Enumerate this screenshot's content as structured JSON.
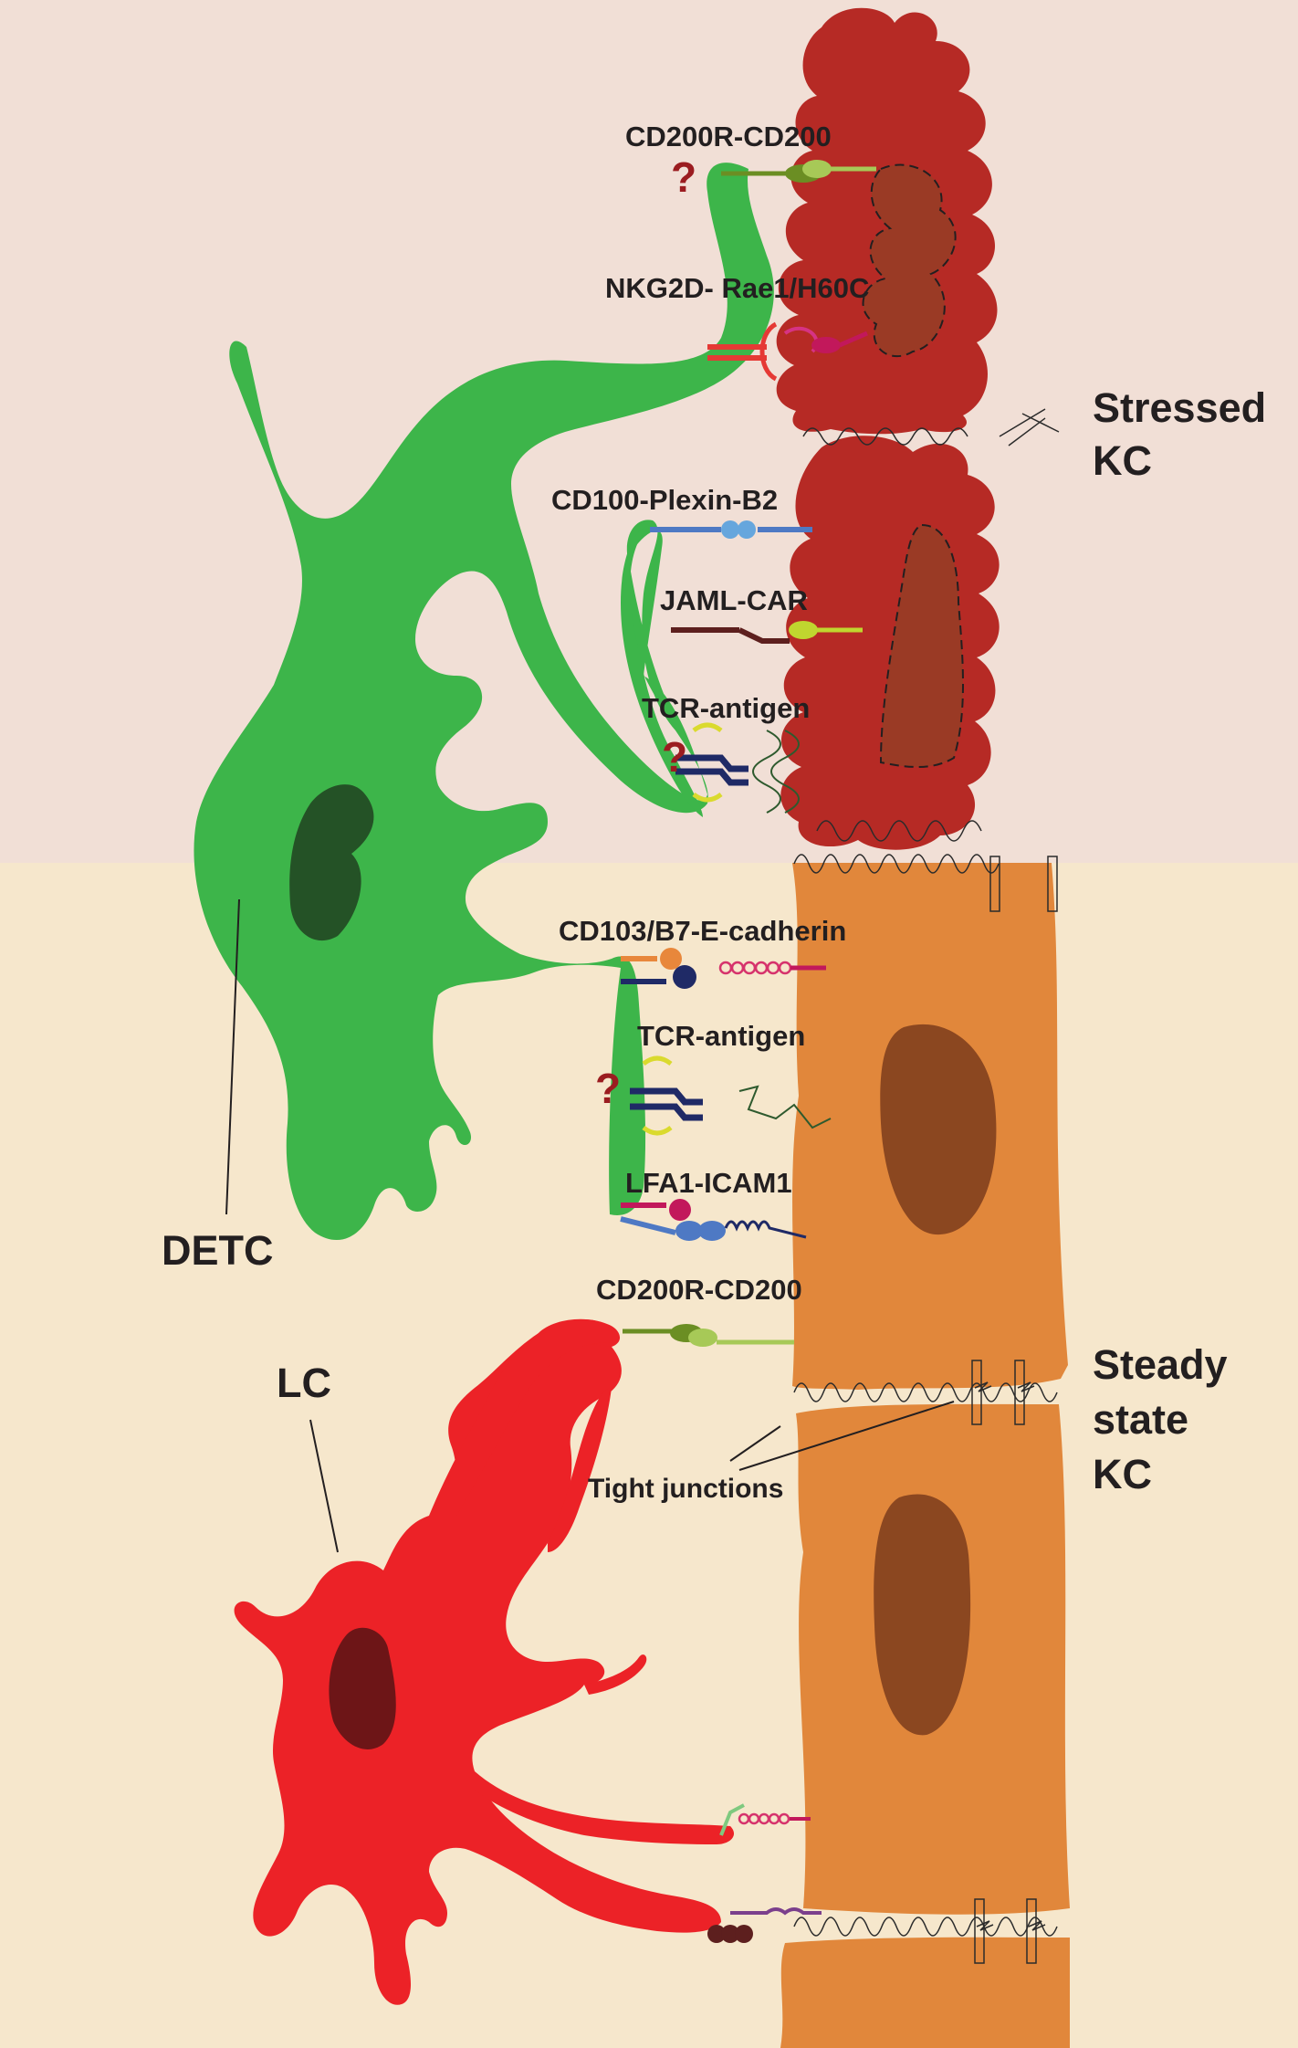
{
  "colors": {
    "stressed_zone": "#f1dfd6",
    "steady_zone": "#f6e7cc",
    "stressed_kc": "#b62a25",
    "stressed_kc_nucleus": "#9a3a25",
    "steady_kc": "#e1873b",
    "steady_kc_nucleus": "#8b4720",
    "detc": "#3db54a",
    "detc_nucleus": "#245226",
    "lc": "#ec2227",
    "lc_nucleus": "#6d1517",
    "question_mark": "#9b1c20"
  },
  "labels": {
    "cd200r_cd200_top": "CD200R-CD200",
    "nkg2d_rae1": "NKG2D- Rae1/H60C",
    "cd100_plexin": "CD100-Plexin-B2",
    "jaml_car": "JAML-CAR",
    "tcr_antigen_top": "TCR-antigen",
    "cd103_ecad": "CD103/B7-E-cadherin",
    "tcr_antigen_bottom": "TCR-antigen",
    "lfa1_icam1": "LFA1-ICAM1",
    "cd200r_cd200_bottom": "CD200R-CD200",
    "tight_junctions": "Tight junctions",
    "question_mark": "?"
  },
  "cells": {
    "stressed_kc": {
      "line1": "Stressed",
      "line2": "KC"
    },
    "steady_kc": {
      "line1": "Steady",
      "line2": "state",
      "line3": "KC"
    },
    "detc": "DETC",
    "lc": "LC"
  }
}
